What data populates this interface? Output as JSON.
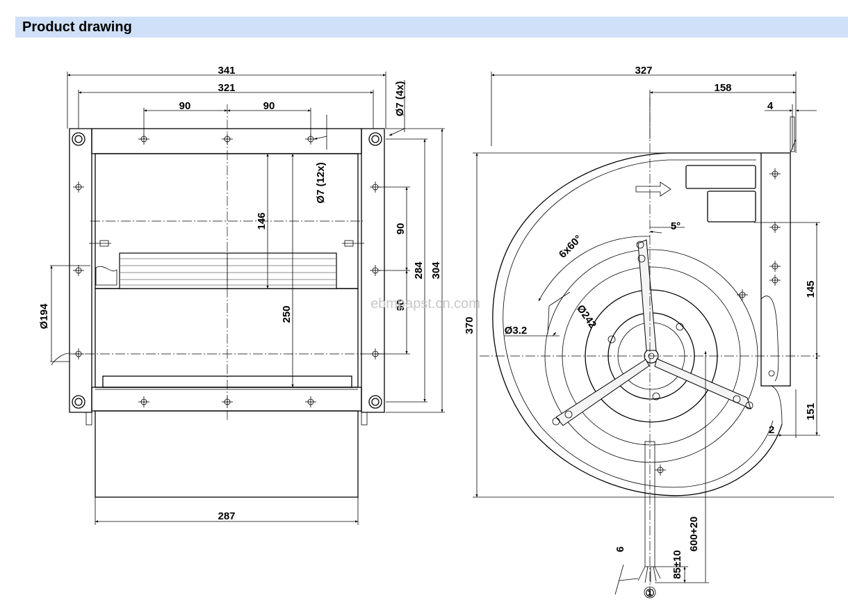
{
  "header": {
    "title": "Product drawing"
  },
  "watermark": "ebmpapst.cn.com",
  "front_view": {
    "overall_width": "341",
    "inner_width": "321",
    "hole_spacing_left": "90",
    "hole_spacing_right": "90",
    "hole_dia_4x": "Ø7 (4x)",
    "hole_dia_12x": "Ø7 (12x)",
    "inlet_dia": "Ø194",
    "height_146": "146",
    "height_250": "250",
    "side_spacing_upper": "90",
    "side_spacing_lower": "90",
    "height_284": "284",
    "height_304": "304",
    "housing_width": "287"
  },
  "side_view": {
    "overall_width": "327",
    "center_offset": "158",
    "flange_thickness": "4",
    "height_370": "370",
    "upper_height": "145",
    "lower_height": "151",
    "gap": "2",
    "angle": "5°",
    "bolt_pattern": "6x60°",
    "bolt_circle": "Ø242",
    "hole_dia": "Ø3.2",
    "cable_length": "600+20",
    "lead_length": "85±10",
    "lead_strip": "6",
    "connection_ref": "①"
  }
}
